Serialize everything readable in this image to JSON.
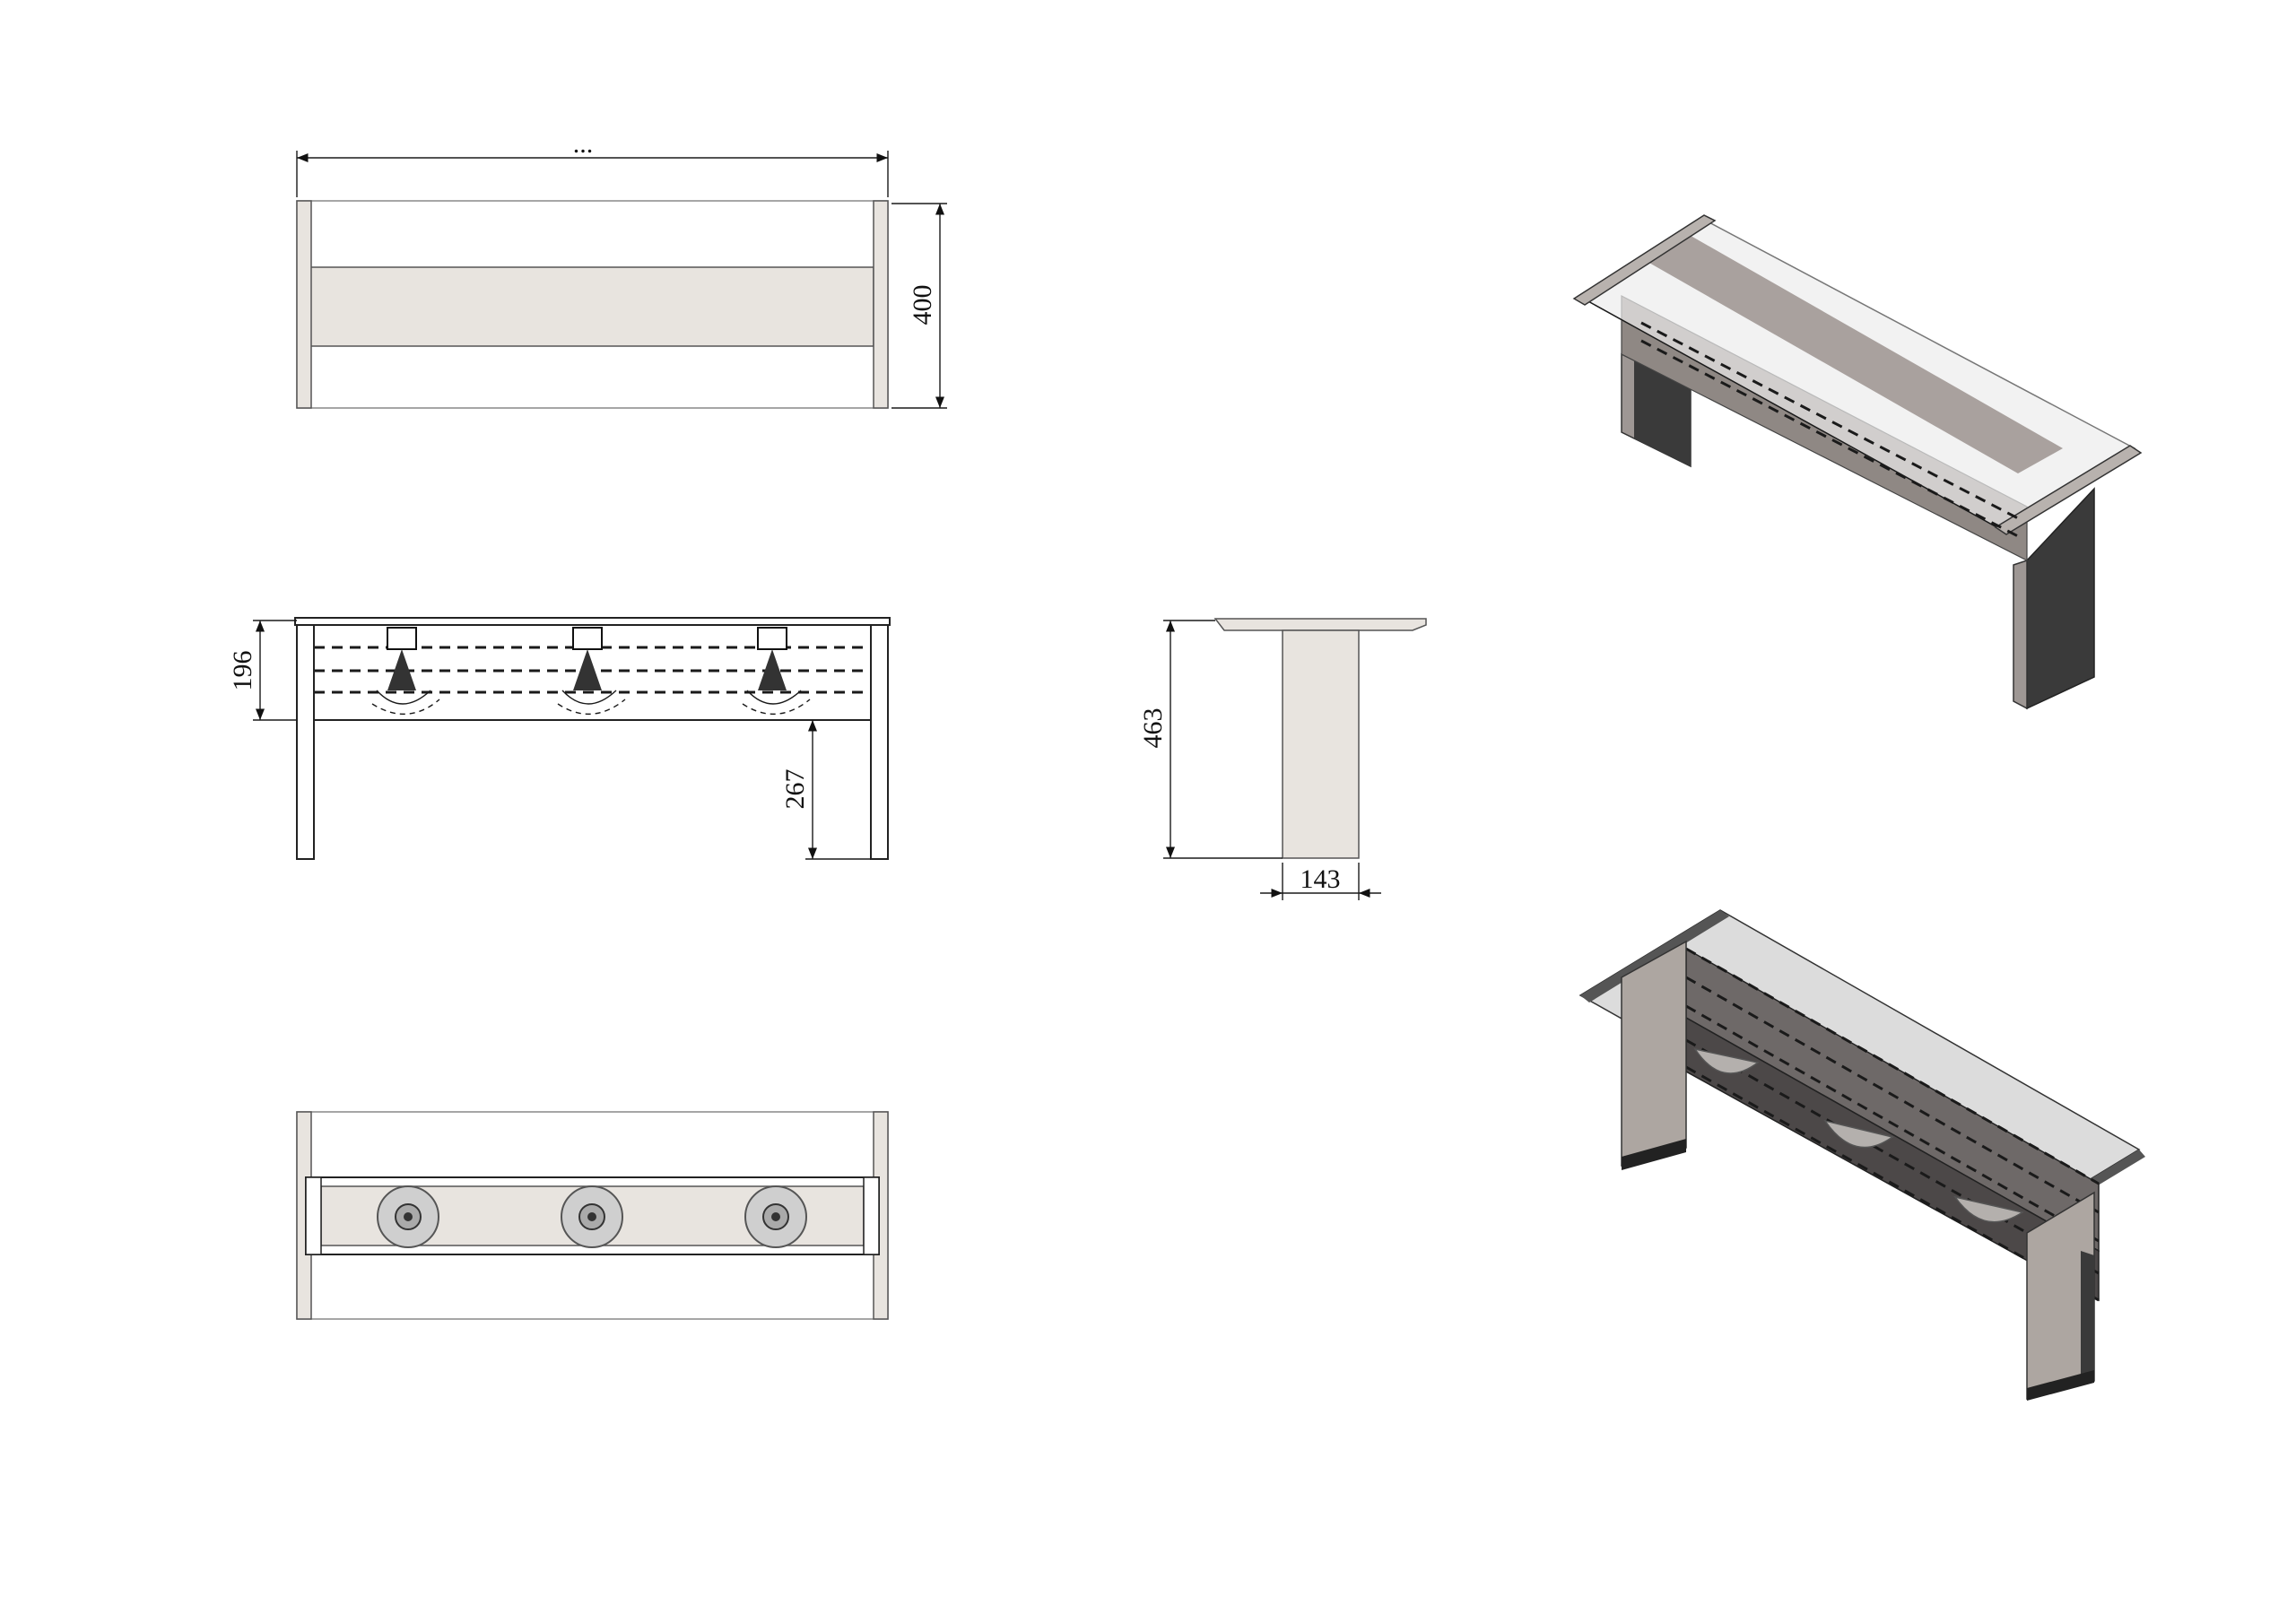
{
  "drawing": {
    "top_view": {
      "width_label": "...",
      "depth_label": "400"
    },
    "front_view": {
      "height_panel_label": "196",
      "leg_height_label": "267",
      "lamp_count": 3
    },
    "side_view": {
      "height_label": "463",
      "width_label": "143"
    },
    "bottom_view": {
      "lamp_count": 3
    },
    "iso_views": [
      "isometric-top",
      "isometric-bottom"
    ]
  },
  "colors": {
    "panel": "#e8e4df",
    "glass": "#dcdcdc",
    "iso_dark": "#3a3a3a",
    "iso_mid": "#9e9794",
    "line": "#1a1a1a"
  }
}
